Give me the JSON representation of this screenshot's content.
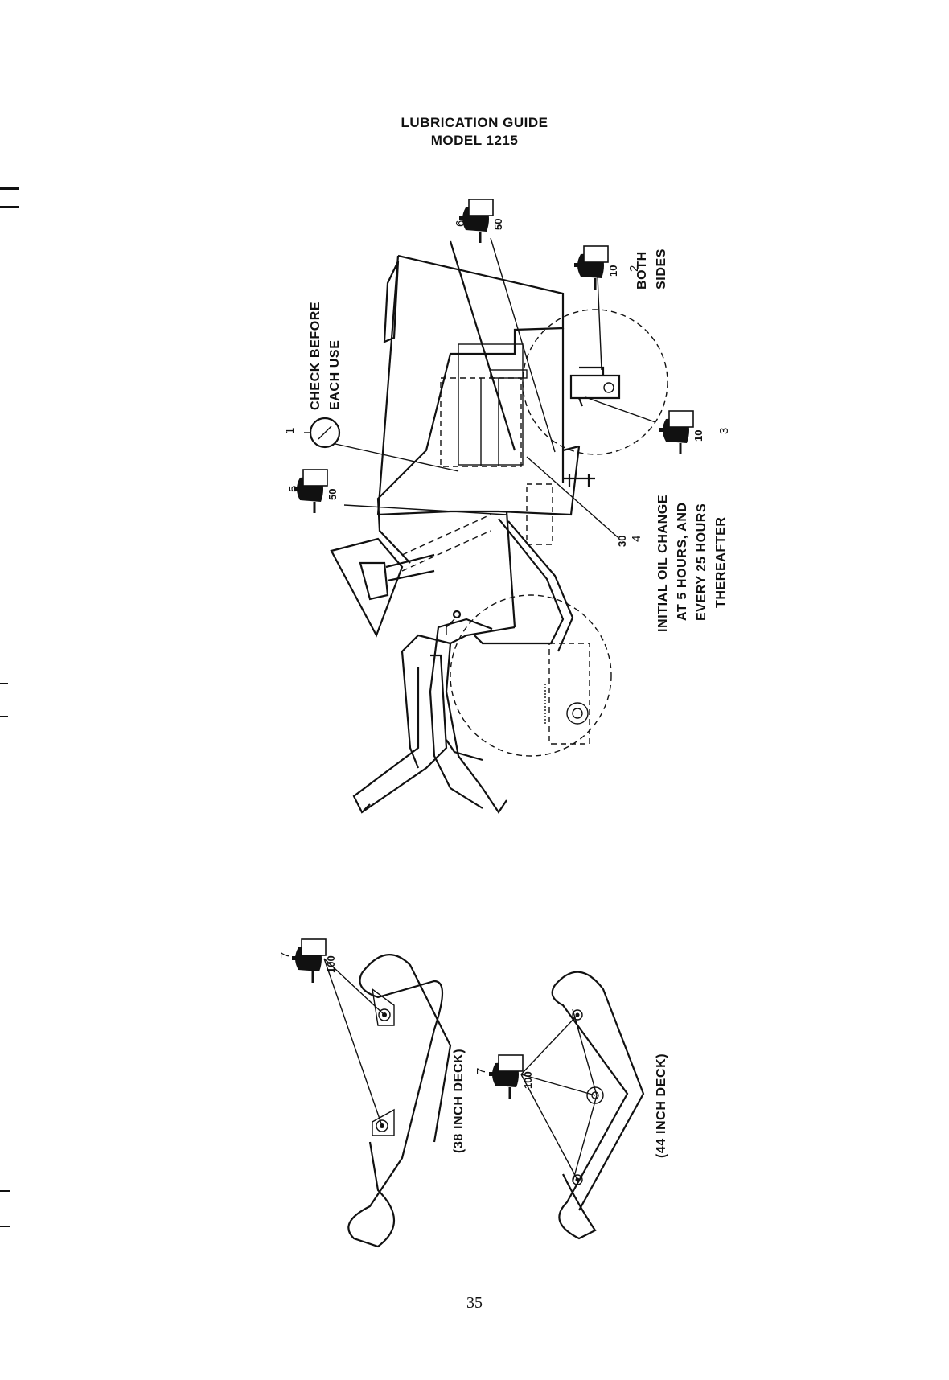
{
  "header": {
    "title_line1": "LUBRICATION GUIDE",
    "title_line2": "MODEL 1215"
  },
  "callouts": {
    "c1": {
      "number": "1",
      "text_line1": "CHECK BEFORE",
      "text_line2": "EACH USE"
    },
    "c2": {
      "number": "2",
      "grade": "10",
      "text_line1": "BOTH",
      "text_line2": "SIDES"
    },
    "c3": {
      "number": "3",
      "grade": "10"
    },
    "c4": {
      "number": "4",
      "grade": "30",
      "text_line1": "INITIAL OIL CHANGE",
      "text_line2": "AT 5 HOURS, AND",
      "text_line3": "EVERY 25 HOURS",
      "text_line4": "THEREAFTER"
    },
    "c5": {
      "number": "5",
      "grade": "50"
    },
    "c6": {
      "number": "6",
      "grade": "50"
    },
    "c7a": {
      "number": "7",
      "grade": "100",
      "caption": "(38 INCH DECK)"
    },
    "c7b": {
      "number": "7",
      "grade": "100",
      "caption": "(44 INCH DECK)"
    }
  },
  "footer": {
    "page_number": "35"
  },
  "icons": [
    "oil-can-icon",
    "dipstick-gauge-icon"
  ]
}
